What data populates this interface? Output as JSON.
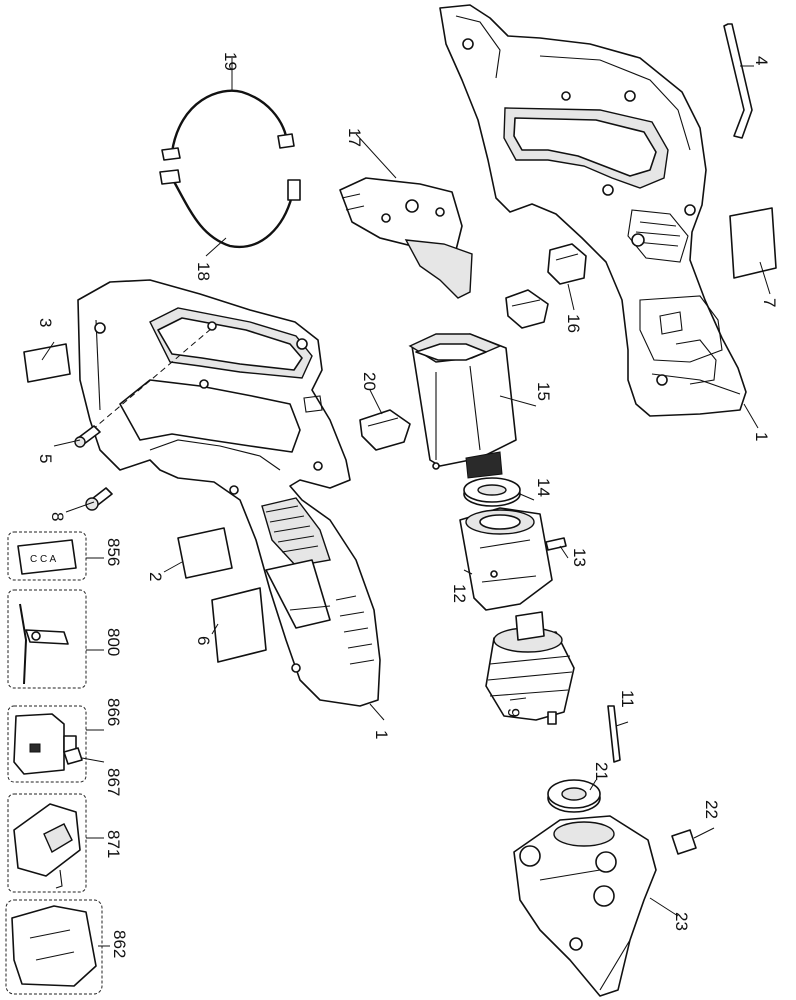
{
  "labels": {
    "p1a": "1",
    "p1b": "1",
    "p2": "2",
    "p3": "3",
    "p4": "4",
    "p5": "5",
    "p6": "6",
    "p7": "7",
    "p8": "8",
    "p9": "9",
    "p11": "11",
    "p12": "12",
    "p13": "13",
    "p14": "14",
    "p15": "15",
    "p16": "16",
    "p17": "17",
    "p18": "18",
    "p19": "19",
    "p20": "20",
    "p21": "21",
    "p22": "22",
    "p23": "23",
    "p800": "800",
    "p856": "856",
    "p862": "862",
    "p866": "866",
    "p867": "867",
    "p871": "871"
  },
  "inset_856_text": "C C A"
}
